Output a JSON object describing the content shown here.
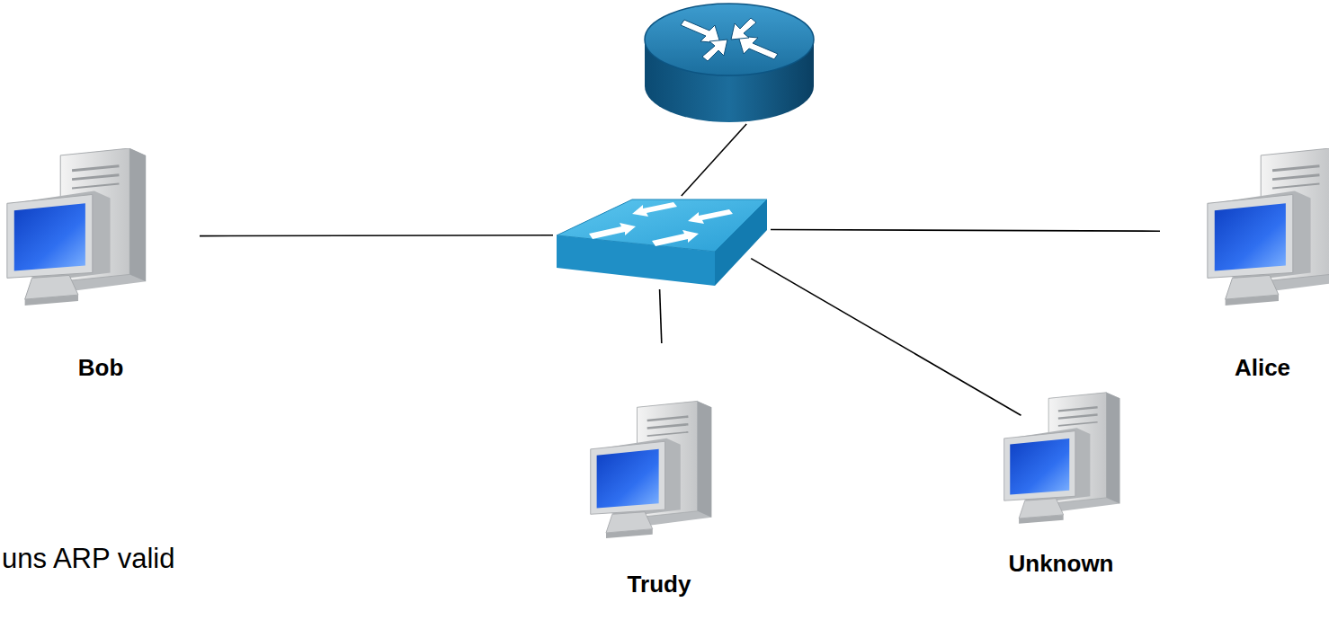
{
  "diagram": {
    "nodes": [
      {
        "text": []
      },
      {
        "text": []
      },
      {
        "text": [
          "Bob"
        ]
      },
      {
        "text": [
          "Alice"
        ]
      },
      {
        "text": [
          "Trudy"
        ]
      },
      {
        "text": [
          "Unknown"
        ]
      }
    ],
    "edges": [
      {
        "from": 1,
        "to": 0,
        "arrow": "none"
      },
      {
        "from": 1,
        "to": 2,
        "arrow": "none"
      },
      {
        "from": 1,
        "to": 3,
        "arrow": "none"
      },
      {
        "from": 1,
        "to": 4,
        "arrow": "none"
      },
      {
        "from": 1,
        "to": 5,
        "arrow": "none"
      }
    ],
    "labels": [
      "uns ARP valid"
    ]
  }
}
